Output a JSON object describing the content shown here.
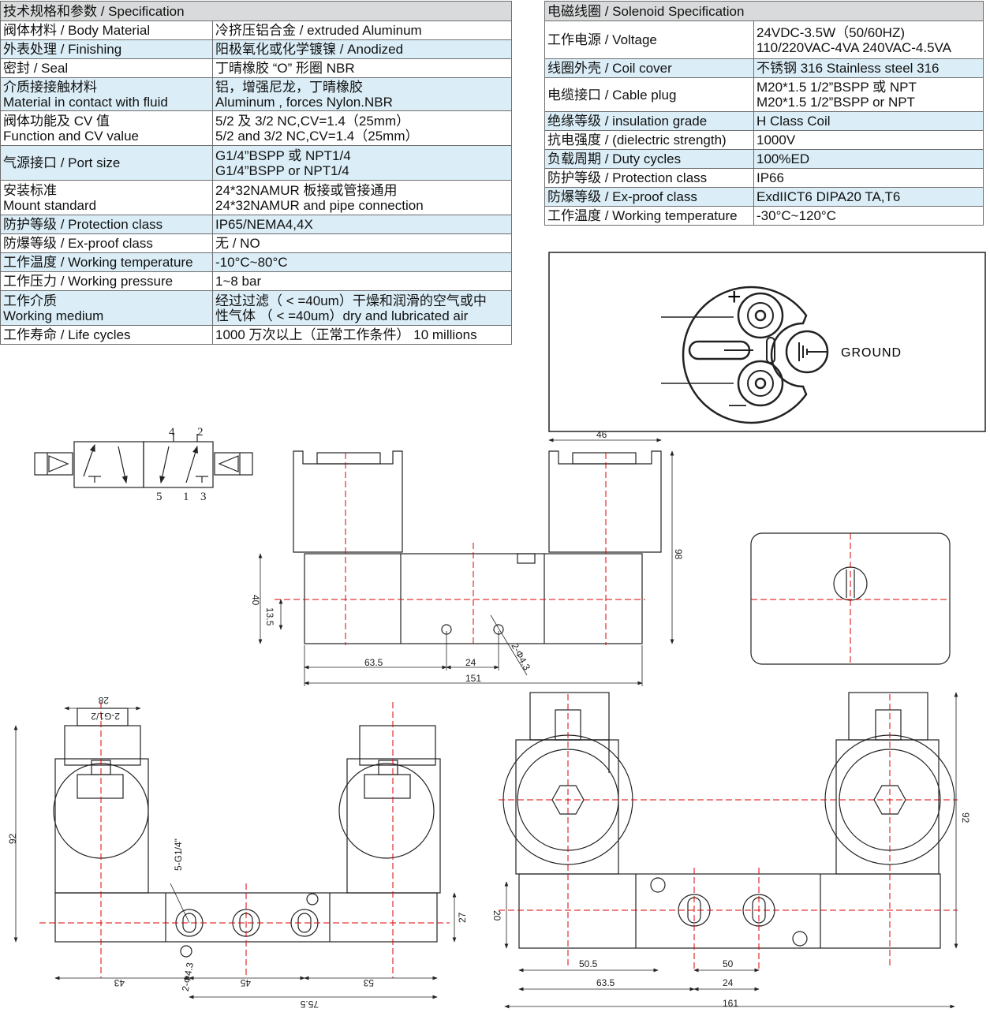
{
  "left_table": {
    "header": "技术规格和参数 / Specification",
    "rows": [
      {
        "k": [
          "阀体材料 /  Body Material"
        ],
        "v": [
          "冷挤压铝合金 / extruded Aluminum"
        ]
      },
      {
        "k": [
          "外表处理 / Finishing"
        ],
        "v": [
          "阳极氧化或化学镀镍 / Anodized"
        ]
      },
      {
        "k": [
          "密封 / Seal"
        ],
        "v": [
          "丁晴橡胶 “O” 形圈 NBR"
        ]
      },
      {
        "k": [
          "介质接接触材料",
          "Material in contact with fluid"
        ],
        "v": [
          "铝，增强尼龙，丁晴橡胶",
          "Aluminum , forces Nylon.NBR"
        ]
      },
      {
        "k": [
          "阀体功能及 CV 值",
          "Function and CV value"
        ],
        "v": [
          "5/2 及 3/2 NC,CV=1.4（25mm）",
          "5/2 and 3/2 NC,CV=1.4（25mm）"
        ]
      },
      {
        "k": [
          "气源接口 / Port  size"
        ],
        "v": [
          "G1/4”BSPP 或 NPT1/4",
          "G1/4”BSPP or NPT1/4"
        ]
      },
      {
        "k": [
          "安装标准",
          "Mount  standard"
        ],
        "v": [
          "24*32NAMUR 板接或管接通用",
          "24*32NAMUR and pipe connection"
        ]
      },
      {
        "k": [
          "防护等级 / Protection class"
        ],
        "v": [
          "IP65/NEMA4,4X"
        ]
      },
      {
        "k": [
          "防爆等级 / Ex-proof class"
        ],
        "v": [
          "无 / NO"
        ]
      },
      {
        "k": [
          "工作温度 / Working temperature"
        ],
        "v": [
          "-10°C~80°C"
        ]
      },
      {
        "k": [
          "工作压力 / Working pressure"
        ],
        "v": [
          "1~8 bar"
        ]
      },
      {
        "k": [
          "工作介质",
          "Working medium"
        ],
        "v": [
          "经过过滤（ < =40um）干燥和润滑的空气或中",
          "性气体   （ < =40um）dry and lubricated air"
        ]
      },
      {
        "k": [
          "工作寿命 / Life cycles"
        ],
        "v": [
          "1000 万次以上（正常工作条件）  10 millions"
        ]
      }
    ]
  },
  "right_table": {
    "header": "电磁线圈 / Solenoid Specification",
    "rows": [
      {
        "k": [
          "工作电源 / Voltage"
        ],
        "v": [
          "24VDC-3.5W（50/60HZ)",
          "110/220VAC-4VA 240VAC-4.5VA"
        ]
      },
      {
        "k": [
          "线圈外壳 / Coil cover"
        ],
        "v": [
          "不锈钢 316  Stainless steel 316"
        ]
      },
      {
        "k": [
          "电缆接口 / Cable plug"
        ],
        "v": [
          "M20*1.5 1/2”BSPP 或 NPT",
          "M20*1.5 1/2”BSPP or  NPT"
        ]
      },
      {
        "k": [
          "绝缘等级 / insulation grade"
        ],
        "v": [
          "H Class Coil"
        ]
      },
      {
        "k": [
          "抗电强度 / (dielectric strength)"
        ],
        "v": [
          "1000V"
        ]
      },
      {
        "k": [
          "负载周期 / Duty cycles"
        ],
        "v": [
          "100%ED"
        ]
      },
      {
        "k": [
          "防护等级 / Protection class"
        ],
        "v": [
          "IP66"
        ]
      },
      {
        "k": [
          "防爆等级 / Ex-proof class"
        ],
        "v": [
          "ExdIICT6 DIPA20 TA,T6"
        ]
      },
      {
        "k": [
          "工作温度 / Working temperature"
        ],
        "v": [
          "-30°C~120°C"
        ]
      }
    ]
  },
  "plug": {
    "ground_label": "GROUND",
    "plus": "+",
    "minus": "—"
  },
  "symbol": {
    "ports_top": [
      "4",
      "2"
    ],
    "ports_bottom": [
      "5",
      "1",
      "3"
    ]
  },
  "dims": {
    "top_width": "46",
    "top_height": "98",
    "top_body": "40",
    "top_hole": "13.5",
    "top_len1": "63.5",
    "top_len2": "24",
    "top_total": "151",
    "top_holes": "2-Φ4.3",
    "side_coil": "28",
    "side_thread": "2-G1/2",
    "side_height": "92",
    "side_ports": "5-G1/4\"",
    "side_body": "27",
    "side_left": "43",
    "side_mid": "45",
    "side_right": "53",
    "side_total": "75.5",
    "side_holes": "2-Φ4.3",
    "front_height": "92",
    "front_body": "20",
    "front_a": "50.5",
    "front_b": "50",
    "front_c": "63.5",
    "front_d": "24",
    "front_total": "161"
  }
}
